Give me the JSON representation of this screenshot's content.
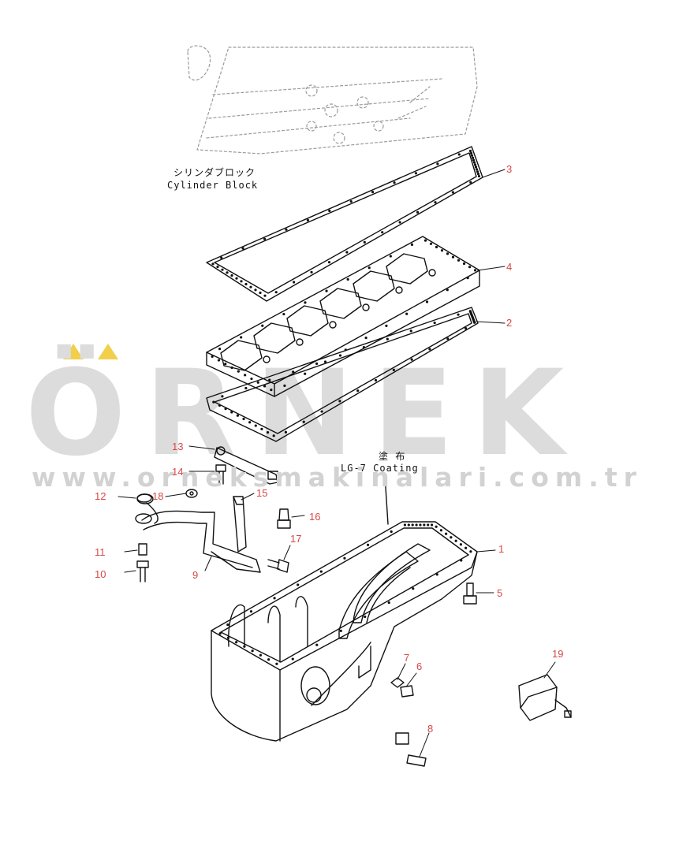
{
  "watermark": {
    "brand": "ÖRNEK",
    "url": "www.orneksmakinalari.com.tr",
    "brand_color": "#dcdcdc",
    "accent_color": "#f1cf4a"
  },
  "notes": {
    "block_jp": "シリンダブロック",
    "block_en": "Cylinder Block",
    "coating_jp": "塗 布",
    "coating_en": "LG-7 Coating"
  },
  "callout_color": "#d84848",
  "callouts": [
    "1",
    "2",
    "3",
    "4",
    "5",
    "6",
    "7",
    "8",
    "9",
    "10",
    "11",
    "12",
    "13",
    "14",
    "15",
    "16",
    "17",
    "18",
    "19"
  ]
}
